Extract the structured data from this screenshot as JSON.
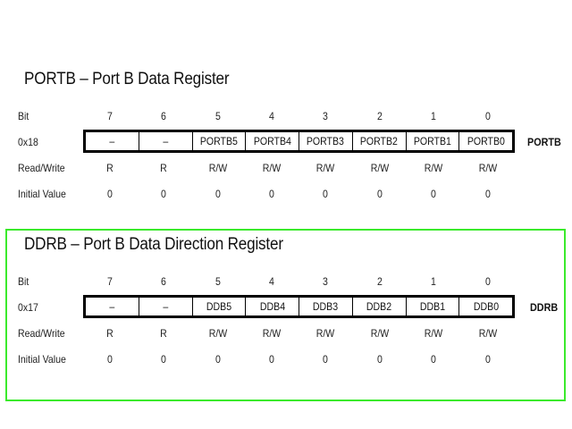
{
  "registers": [
    {
      "title": "PORTB – Port B Data Register",
      "row_labels": {
        "bit": "Bit",
        "address": "0x18",
        "rw": "Read/Write",
        "init": "Initial Value"
      },
      "bits": [
        "7",
        "6",
        "5",
        "4",
        "3",
        "2",
        "1",
        "0"
      ],
      "cells": [
        "–",
        "–",
        "PORTB5",
        "PORTB4",
        "PORTB3",
        "PORTB2",
        "PORTB1",
        "PORTB0"
      ],
      "register_name": "PORTB",
      "read_write": [
        "R",
        "R",
        "R/W",
        "R/W",
        "R/W",
        "R/W",
        "R/W",
        "R/W"
      ],
      "initial_values": [
        "0",
        "0",
        "0",
        "0",
        "0",
        "0",
        "0",
        "0"
      ]
    },
    {
      "title": "DDRB – Port B Data Direction Register",
      "row_labels": {
        "bit": "Bit",
        "address": "0x17",
        "rw": "Read/Write",
        "init": "Initial Value"
      },
      "bits": [
        "7",
        "6",
        "5",
        "4",
        "3",
        "2",
        "1",
        "0"
      ],
      "cells": [
        "–",
        "–",
        "DDB5",
        "DDB4",
        "DDB3",
        "DDB2",
        "DDB1",
        "DDB0"
      ],
      "register_name": "DDRB",
      "read_write": [
        "R",
        "R",
        "R/W",
        "R/W",
        "R/W",
        "R/W",
        "R/W",
        "R/W"
      ],
      "initial_values": [
        "0",
        "0",
        "0",
        "0",
        "0",
        "0",
        "0",
        "0"
      ]
    }
  ],
  "colors": {
    "highlight_frame": "#3bea2c"
  }
}
